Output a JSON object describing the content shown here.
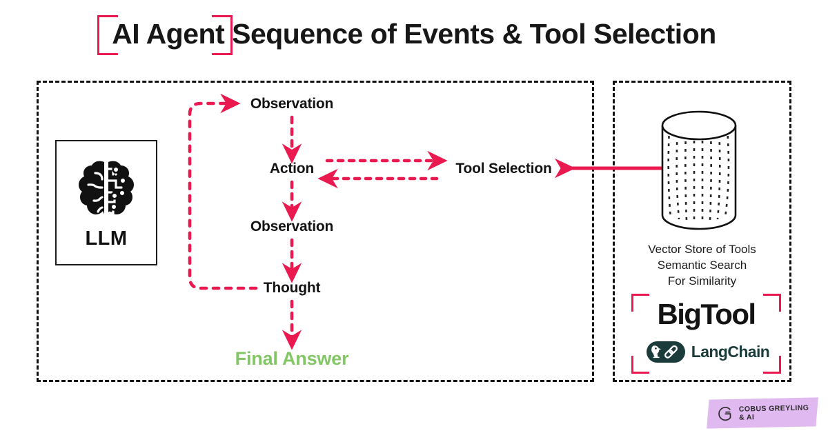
{
  "title": {
    "text": "AI Agent Sequence of Events & Tool Selection",
    "bracket_color": "#ea1a50"
  },
  "colors": {
    "accent_crimson": "#ea1a50",
    "final_answer_green": "#83c765",
    "ink": "#131313",
    "langchain_teal": "#1c3c3c",
    "watermark_purple": "#e0b9f0"
  },
  "agent_panel": {
    "llm": {
      "label": "LLM",
      "icon": "brain-circuit-icon"
    },
    "flow_nodes": [
      {
        "id": "observation-1",
        "label": "Observation"
      },
      {
        "id": "action",
        "label": "Action"
      },
      {
        "id": "observation-2",
        "label": "Observation"
      },
      {
        "id": "thought",
        "label": "Thought"
      },
      {
        "id": "final-answer",
        "label": "Final Answer"
      }
    ],
    "tool_selection": {
      "label": "Tool Selection"
    }
  },
  "vector_panel": {
    "store_icon": "database-cylinder-icon",
    "caption_lines": [
      "Vector Store of Tools",
      "Semantic Search",
      "For Similarity"
    ],
    "caption": "Vector Store of Tools\nSemantic Search\nFor Similarity",
    "bigtool": {
      "name": "BigTool",
      "langchain_label": "LangChain",
      "langchain_icon": "parrot-chainlink-icon"
    }
  },
  "watermark": {
    "line1": "COBUS GREYLING",
    "line2": "& AI",
    "text": "COBUS GREYLING\n& AI",
    "logo_icon": "g-monogram-icon"
  }
}
